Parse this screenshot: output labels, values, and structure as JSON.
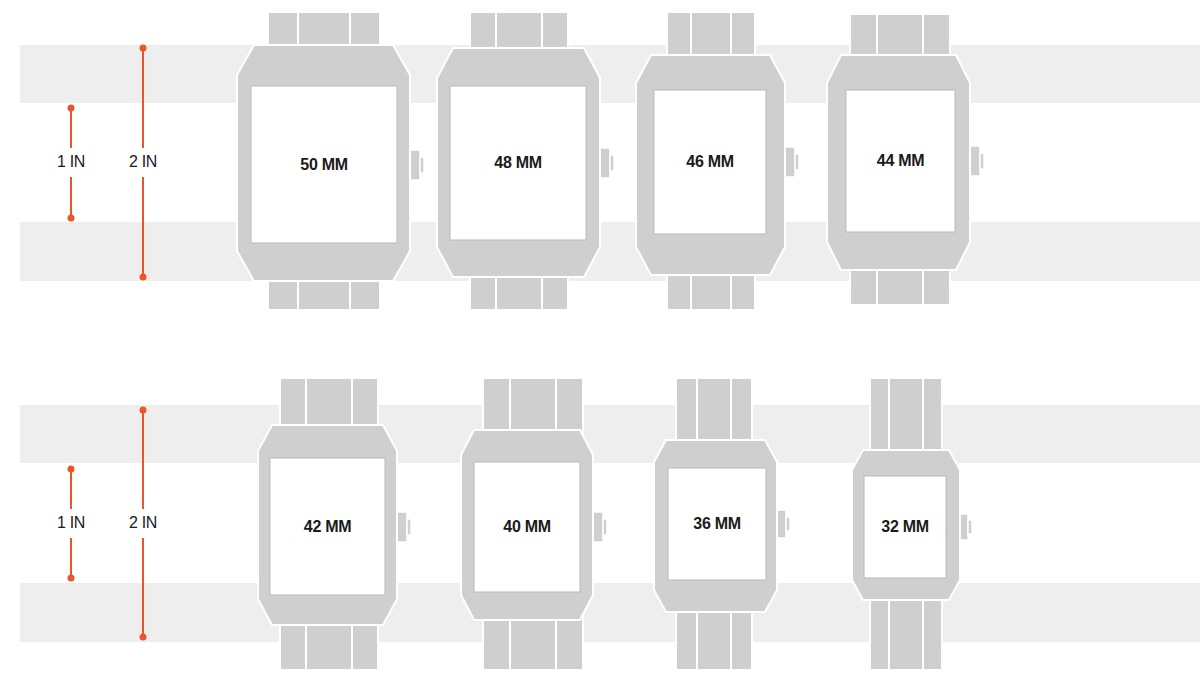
{
  "diagram": {
    "nodes": [
      {
        "text": [
          "50 MM"
        ]
      },
      {
        "text": [
          "48 MM"
        ]
      },
      {
        "text": [
          "46 MM"
        ]
      },
      {
        "text": [
          "44 MM"
        ]
      },
      {
        "text": [
          "42 MM"
        ]
      },
      {
        "text": [
          "40 MM"
        ]
      },
      {
        "text": [
          "36 MM"
        ]
      },
      {
        "text": [
          "32 MM"
        ]
      }
    ],
    "labels": [
      "1 IN",
      "2 IN",
      "1 IN",
      "2 IN"
    ]
  }
}
